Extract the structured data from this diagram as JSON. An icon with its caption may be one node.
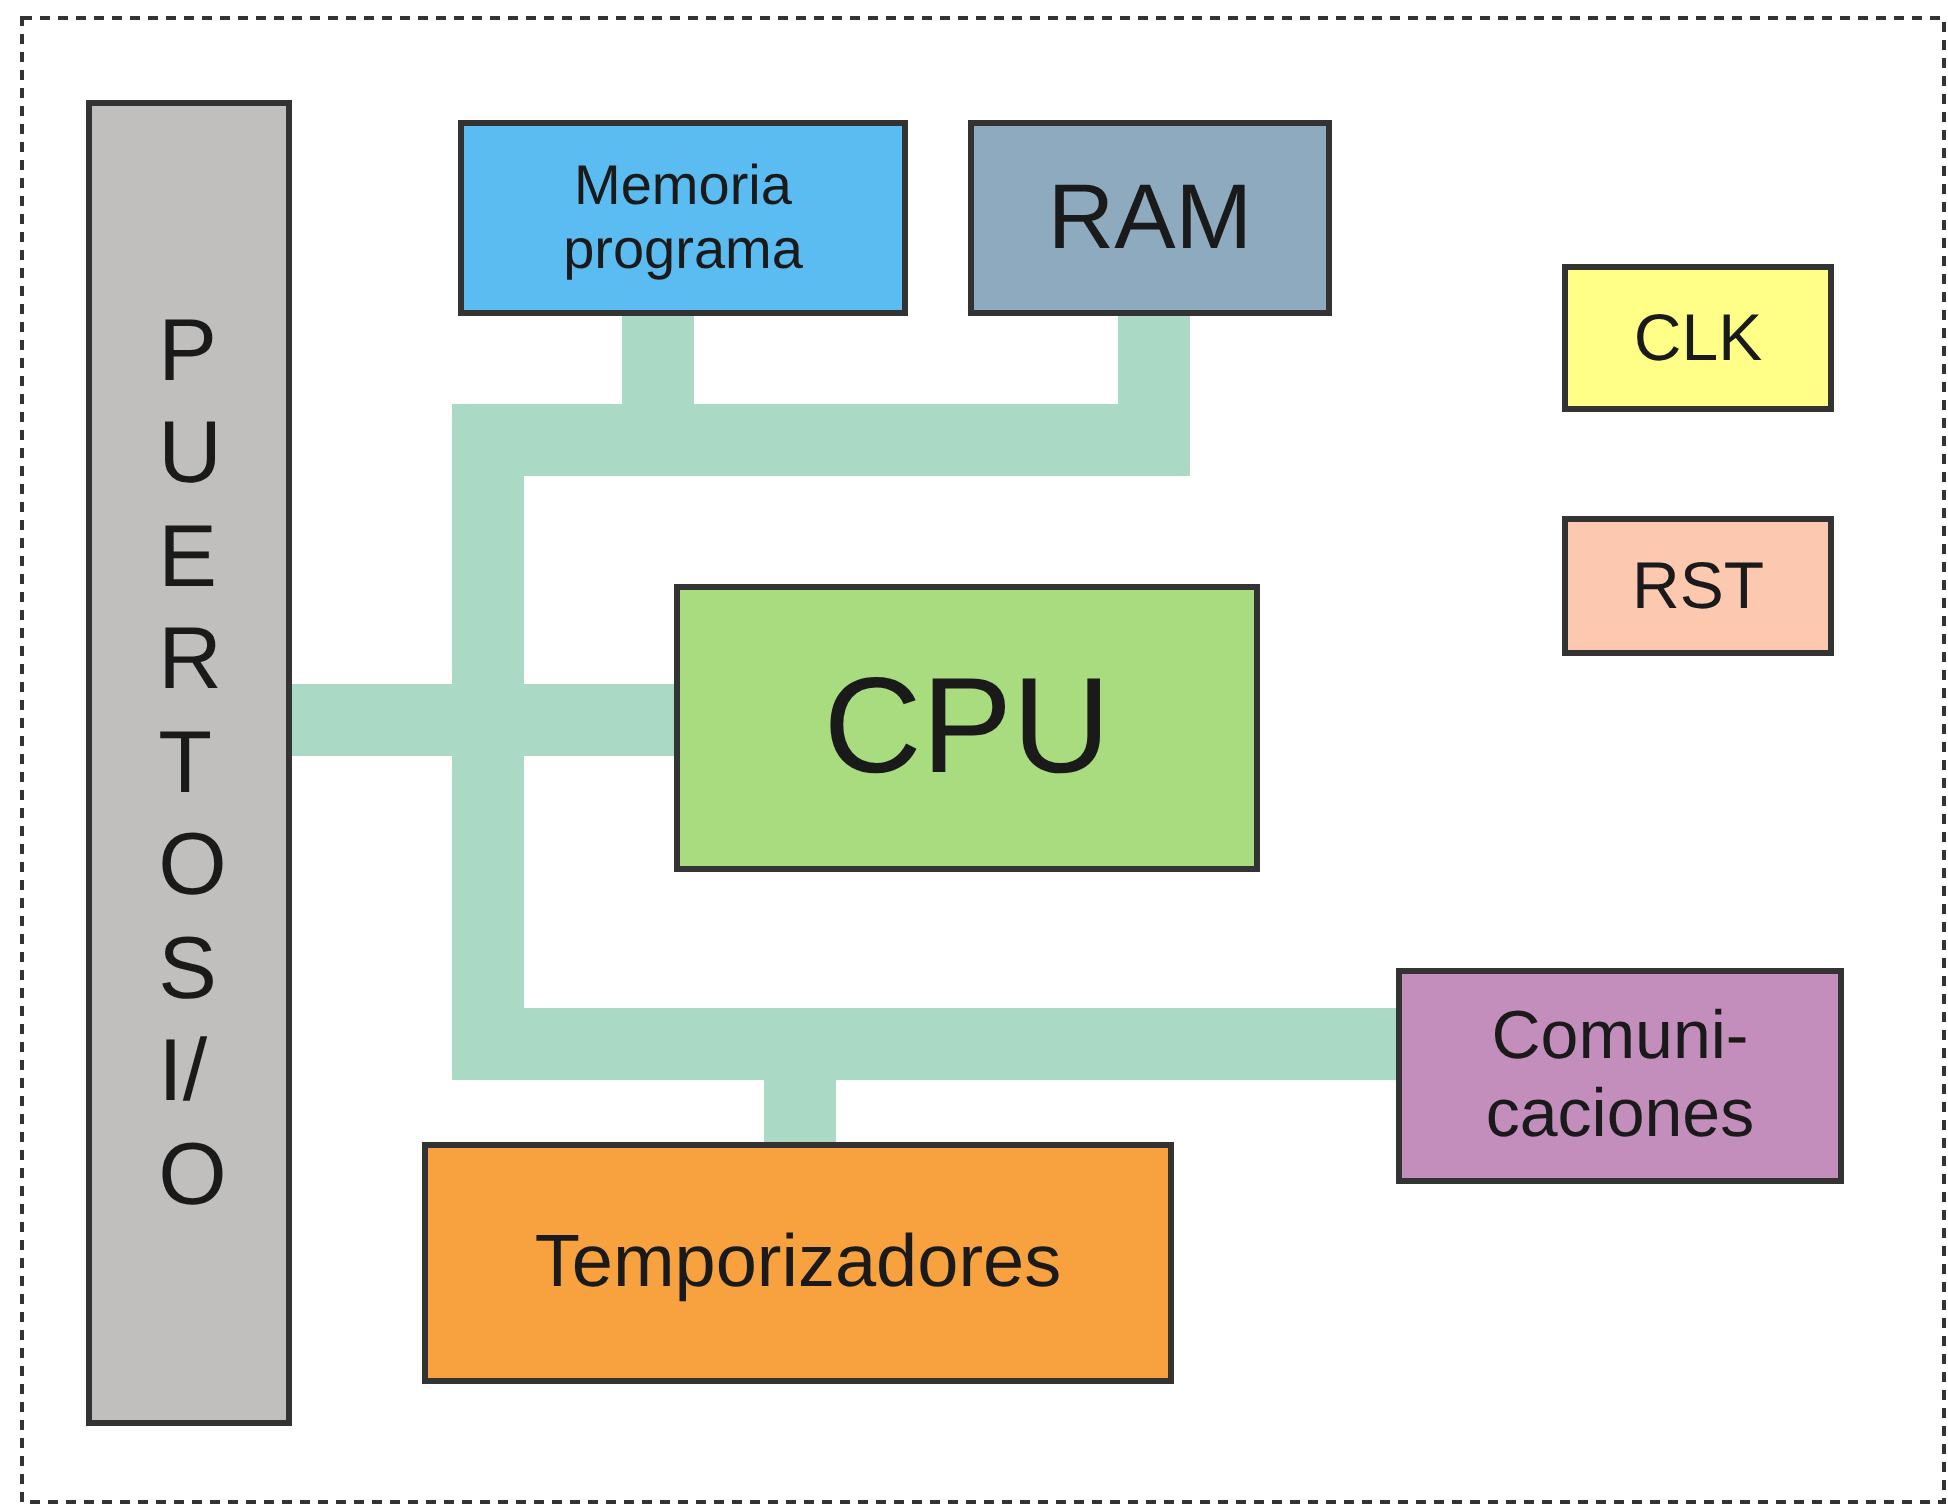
{
  "diagram": {
    "nodes": [
      {
        "text": [
          "PUERTOS I/O"
        ]
      },
      {
        "text": [
          "Memoria programa"
        ]
      },
      {
        "text": [
          "RAM"
        ]
      },
      {
        "text": [
          "CLK"
        ]
      },
      {
        "text": [
          "RST"
        ]
      },
      {
        "text": [
          "CPU"
        ]
      },
      {
        "text": [
          "Comuni- caciones"
        ]
      },
      {
        "text": [
          "Temporizadores"
        ]
      }
    ],
    "edges": [
      {
        "from": 5,
        "to": 0,
        "arrow": "none"
      },
      {
        "from": 5,
        "to": 1,
        "arrow": "none"
      },
      {
        "from": 5,
        "to": 2,
        "arrow": "none"
      },
      {
        "from": 5,
        "to": 6,
        "arrow": "none"
      },
      {
        "from": 5,
        "to": 7,
        "arrow": "none"
      }
    ]
  }
}
